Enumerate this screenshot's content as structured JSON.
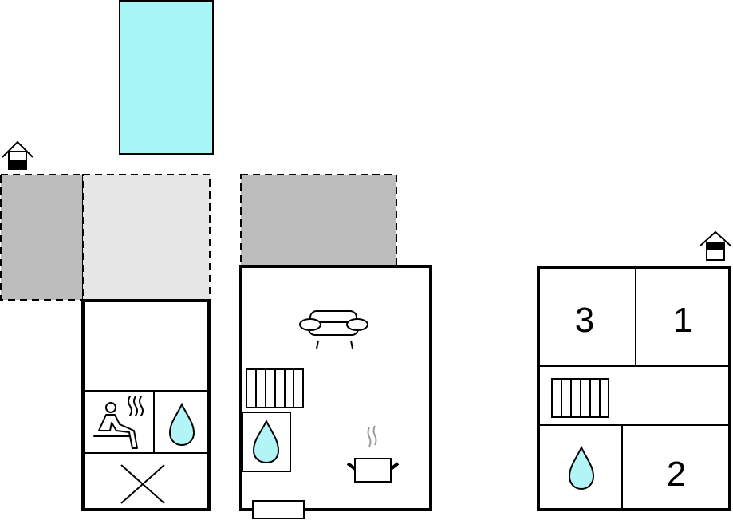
{
  "plan": {
    "pool_color": "#a8f5f5",
    "water_color": "#b3f5f7",
    "terrace_dark": "#bcbcbc",
    "terrace_light": "#e6e6e6",
    "bedrooms": [
      "3",
      "1",
      "2"
    ],
    "icons": [
      "entrance-icon",
      "sauna-icon",
      "water-drop-icon",
      "x-icon",
      "sofa-icon",
      "stairs-icon",
      "cooking-pot-icon",
      "window-icon"
    ]
  }
}
